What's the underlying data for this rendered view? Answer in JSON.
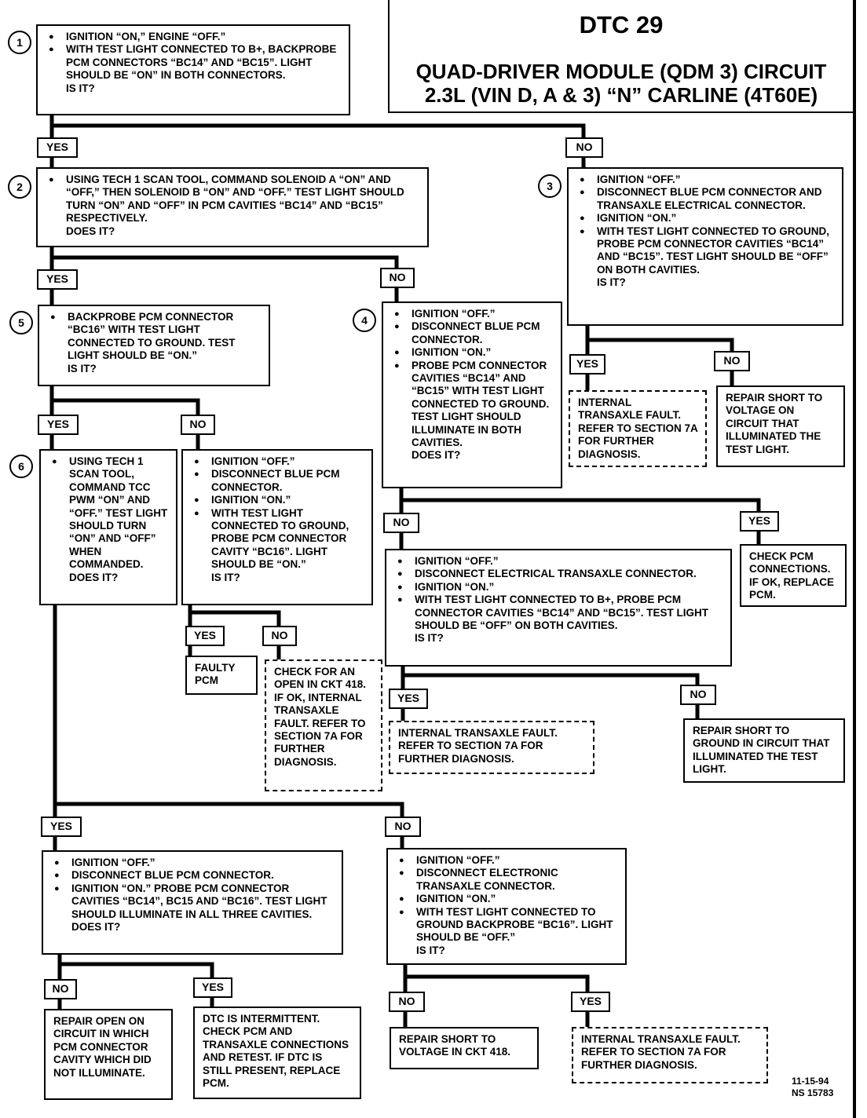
{
  "title": {
    "dtc": "DTC 29",
    "line1": "QUAD-DRIVER MODULE (QDM 3) CIRCUIT",
    "line2": "2.3L (VIN D, A & 3)  “N”  CARLINE  (4T60E)"
  },
  "step1": {
    "num": "1",
    "items": [
      "IGNITION “ON,” ENGINE “OFF.”",
      "WITH TEST LIGHT CONNECTED TO B+, BACKPROBE PCM CONNECTORS “BC14” AND “BC15”. LIGHT SHOULD BE “ON” IN BOTH CONNECTORS."
    ],
    "question": "IS IT?"
  },
  "step2": {
    "num": "2",
    "items": [
      "USING TECH 1 SCAN TOOL, COMMAND SOLENOID A “ON” AND “OFF,” THEN SOLENOID B “ON” AND “OFF.” TEST LIGHT SHOULD TURN “ON” AND “OFF” IN PCM CAVITIES “BC14” AND “BC15” RESPECTIVELY."
    ],
    "question": "DOES IT?"
  },
  "step3": {
    "num": "3",
    "items": [
      "IGNITION “OFF.”",
      "DISCONNECT BLUE PCM CONNECTOR AND TRANSAXLE ELECTRICAL CONNECTOR.",
      "IGNITION “ON.”",
      "WITH TEST LIGHT CONNECTED TO GROUND, PROBE PCM CONNECTOR CAVITIES “BC14” AND “BC15”. TEST LIGHT SHOULD BE “OFF” ON BOTH CAVITIES."
    ],
    "question": "IS IT?"
  },
  "step4": {
    "num": "4",
    "items": [
      "IGNITION “OFF.”",
      "DISCONNECT BLUE PCM CONNECTOR.",
      "IGNITION “ON.”",
      "PROBE PCM CONNECTOR CAVITIES “BC14” AND “BC15” WITH TEST LIGHT CONNECTED TO GROUND. TEST LIGHT SHOULD ILLUMINATE IN BOTH CAVITIES."
    ],
    "question": "DOES IT?"
  },
  "step5": {
    "num": "5",
    "items": [
      "BACKPROBE PCM CONNECTOR “BC16” WITH TEST LIGHT CONNECTED TO GROUND. TEST LIGHT SHOULD BE “ON.”"
    ],
    "question": "IS IT?"
  },
  "step6": {
    "num": "6",
    "items": [
      "USING TECH 1 SCAN TOOL, COMMAND TCC PWM “ON” AND “OFF.” TEST LIGHT SHOULD TURN “ON” AND “OFF” WHEN COMMANDED."
    ],
    "question": "DOES IT?"
  },
  "box5no": {
    "items": [
      "IGNITION “OFF.”",
      "DISCONNECT BLUE PCM CONNECTOR.",
      "IGNITION “ON.”",
      "WITH TEST LIGHT CONNECTED TO GROUND, PROBE PCM CONNECTOR CAVITY “BC16”. LIGHT SHOULD BE “ON.”"
    ],
    "question": "IS IT?"
  },
  "box4no": {
    "items": [
      "IGNITION “OFF.”",
      "DISCONNECT ELECTRICAL TRANSAXLE CONNECTOR.",
      "IGNITION “ON.”",
      "WITH TEST LIGHT CONNECTED TO B+, PROBE PCM CONNECTOR CAVITIES “BC14” AND “BC15”. TEST LIGHT SHOULD BE “OFF” ON BOTH CAVITIES."
    ],
    "question": "IS IT?"
  },
  "box6yes": {
    "items": [
      "IGNITION “OFF.”",
      "DISCONNECT BLUE PCM CONNECTOR.",
      "IGNITION “ON.” PROBE PCM CONNECTOR CAVITIES “BC14”, BC15 AND “BC16”. TEST LIGHT SHOULD ILLUMINATE IN ALL THREE CAVITIES."
    ],
    "question": "DOES IT?"
  },
  "box6no": {
    "items": [
      "IGNITION “OFF.”",
      "DISCONNECT ELECTRONIC TRANSAXLE CONNECTOR.",
      "IGNITION “ON.”",
      "WITH TEST LIGHT CONNECTED TO GROUND BACKPROBE “BC16”. LIGHT SHOULD BE “OFF.”"
    ],
    "question": "IS IT?"
  },
  "results": {
    "r3yes": "INTERNAL TRANSAXLE FAULT. REFER TO SECTION 7A FOR FURTHER DIAGNOSIS.",
    "r3no": "REPAIR SHORT TO VOLTAGE ON CIRCUIT THAT ILLUMINATED THE TEST LIGHT.",
    "r4yes": "CHECK PCM CONNECTIONS. IF OK, REPLACE PCM.",
    "r4no_yes": "INTERNAL TRANSAXLE FAULT. REFER TO SECTION 7A FOR FURTHER DIAGNOSIS.",
    "r4no_no": "REPAIR SHORT TO GROUND IN CIRCUIT THAT ILLUMINATED THE TEST LIGHT.",
    "r5no_yes": "FAULTY PCM",
    "r5no_no": "CHECK FOR AN OPEN IN CKT 418. IF OK, INTERNAL TRANSAXLE FAULT. REFER TO SECTION 7A FOR FURTHER DIAGNOSIS.",
    "r6yes_no": "REPAIR OPEN ON CIRCUIT IN WHICH PCM CONNECTOR CAVITY WHICH DID NOT ILLUMINATE.",
    "r6yes_yes": "DTC IS INTERMITTENT. CHECK PCM AND TRANSAXLE CONNECTIONS AND RETEST. IF DTC IS STILL PRESENT, REPLACE PCM.",
    "r6no_no": "REPAIR SHORT TO VOLTAGE IN CKT 418.",
    "r6no_yes": "INTERNAL TRANSAXLE FAULT. REFER TO SECTION 7A FOR FURTHER DIAGNOSIS."
  },
  "labels": {
    "yes": "YES",
    "no": "NO"
  },
  "footer": {
    "date": "11-15-94",
    "ref": "NS 15783"
  }
}
